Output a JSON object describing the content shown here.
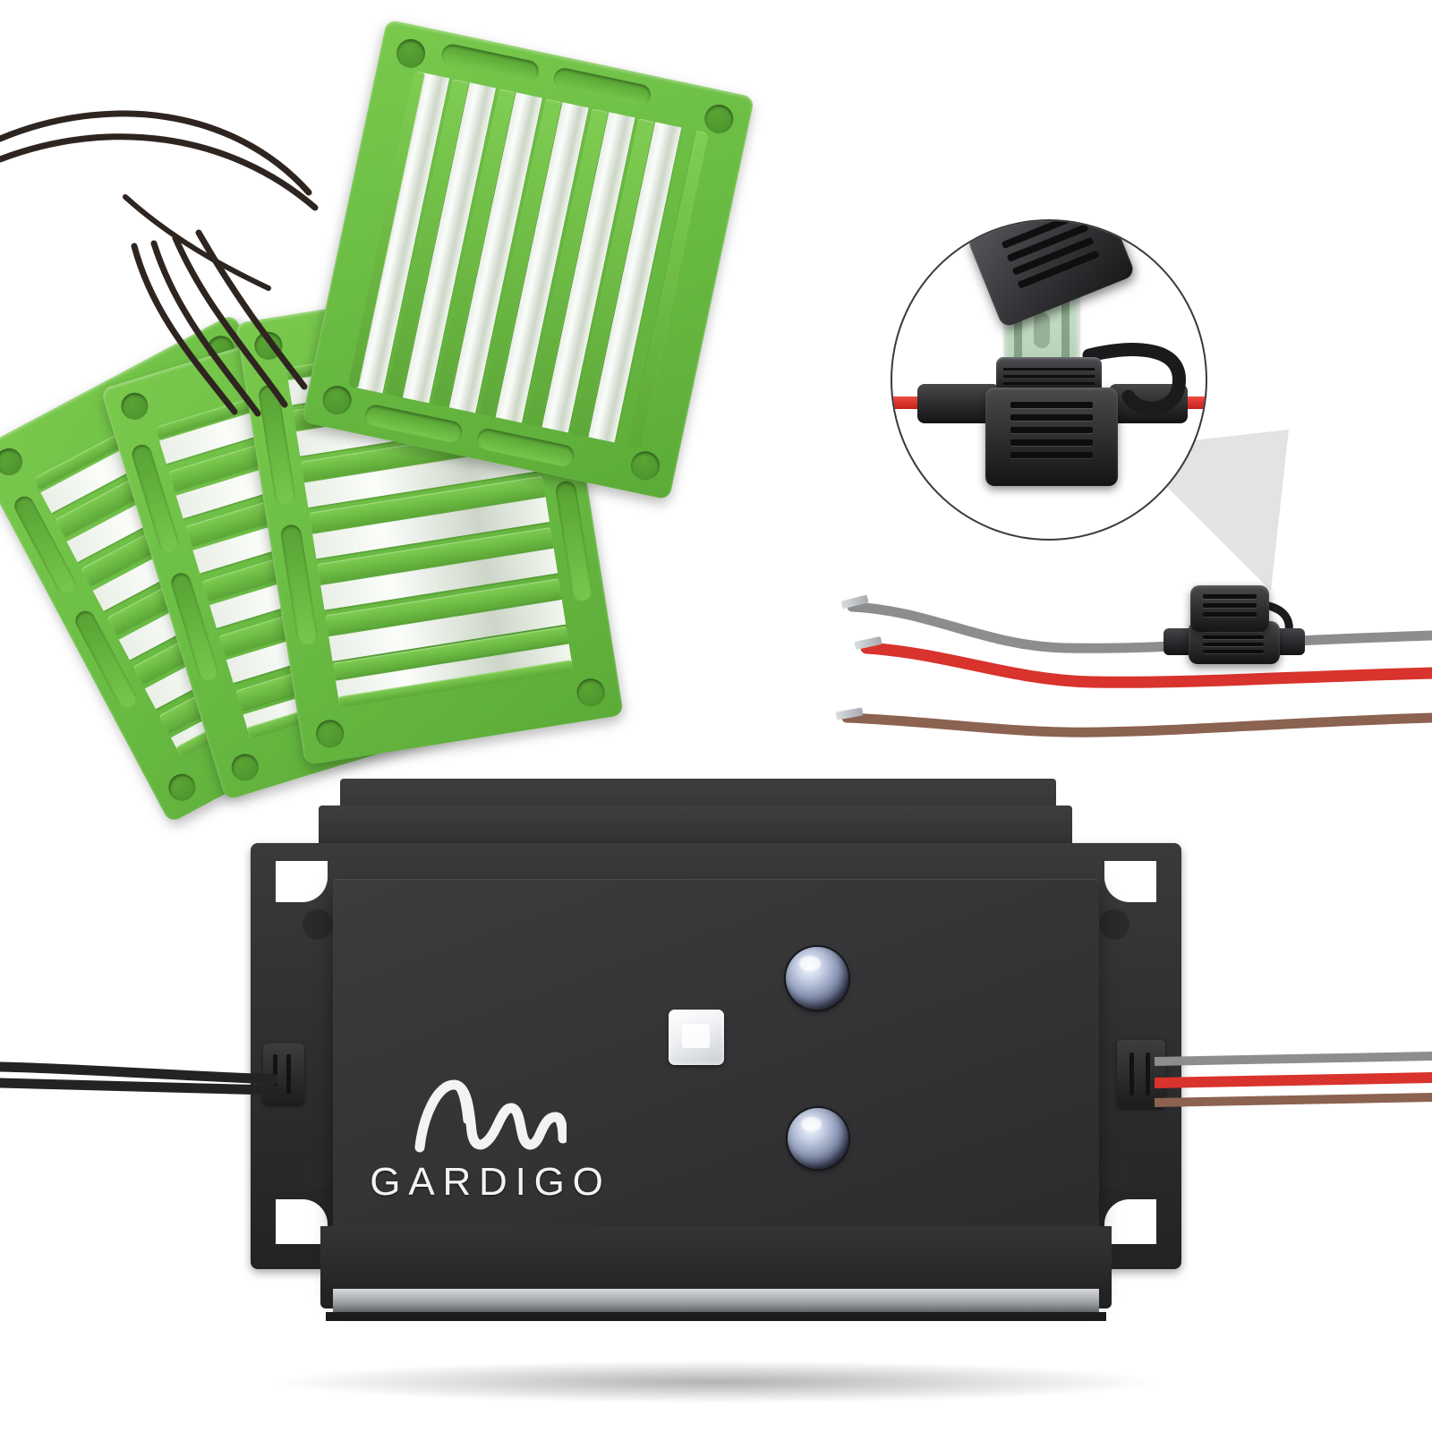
{
  "image": {
    "subject": "Gardigo marten repeller kit product photo",
    "background_color": "#ffffff",
    "brand": "GARDIGO"
  },
  "brand_logo": {
    "wordmark": "GARDIGO",
    "mark_name": "wave-ribbon-mark",
    "color": "#f2f3f5"
  },
  "components": [
    {
      "name": "contact-plates",
      "label": "green high-voltage contact plates",
      "count": 4,
      "frame_color": "#6cbe45",
      "contact_strip_color": "#eef2ea"
    },
    {
      "name": "control-unit",
      "label": "black control unit housing",
      "housing_color": "#343436",
      "base_strip_color": "#c8cbce"
    },
    {
      "name": "fuse-holder",
      "label": "inline blade fuse holder",
      "body_color": "#1a1a1c",
      "fuse_color": "#b9d6b6"
    },
    {
      "name": "wire-harness",
      "label": "power wire harness",
      "wires": [
        {
          "name": "ground-wire",
          "color_name": "grey",
          "color": "#8d8d8d"
        },
        {
          "name": "power-wire",
          "color_name": "red",
          "color": "#d8332c"
        },
        {
          "name": "signal-wire",
          "color_name": "brown",
          "color": "#8c6250"
        }
      ]
    },
    {
      "name": "hv-leads",
      "label": "high voltage leads to contact plates",
      "color": "#2e2520",
      "count": 6
    }
  ],
  "control_unit": {
    "leds": [
      {
        "name": "status-led-upper",
        "color": "#8e9ab7"
      },
      {
        "name": "status-led-lower",
        "color": "#8e9ab7"
      }
    ],
    "indicator": {
      "name": "light-sensor-window",
      "color": "#ffffff"
    },
    "cable_glands": [
      {
        "name": "cable-gland-left",
        "side": "left"
      },
      {
        "name": "cable-gland-right",
        "side": "right"
      }
    ],
    "mount_holes": 4
  },
  "callout": {
    "name": "fuse-holder-detail",
    "shape": "circle",
    "border_color": "#3a3a3a",
    "cone_color": "#e2e2e2"
  },
  "plates": [
    {
      "name": "plate-1",
      "strips": 7
    },
    {
      "name": "plate-2",
      "strips": 7
    },
    {
      "name": "plate-3",
      "strips": 6
    },
    {
      "name": "plate-4",
      "strips": 6
    }
  ]
}
